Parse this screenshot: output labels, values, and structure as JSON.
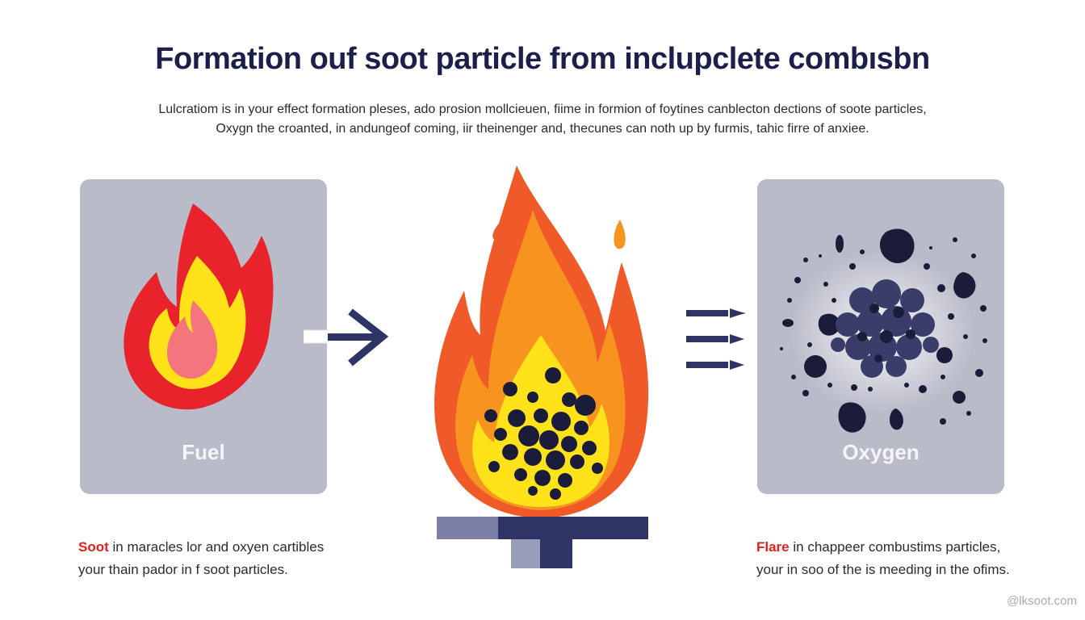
{
  "title": "Formation ouf soot particle from inclupclete combısbn",
  "subtitle": {
    "line1": "Lulcratiom is in your effect formation pleses, ado prosion mollcieuen, fiime in formion of foytines canblecton dections of soote particles,",
    "line2": "Oxygn the croanted, in andungeof coming, iir theinenger and, thecunes can noth up by furmis, tahic firre of anxiee."
  },
  "left_panel": {
    "label": "Fuel",
    "icon": "flame-icon"
  },
  "center": {
    "icon": "burner-flame-with-soot-icon"
  },
  "right_panel": {
    "label": "Oxygen",
    "icon": "soot-cluster-icon"
  },
  "captions": {
    "left": {
      "highlight": "Soot",
      "line1_rest": " in maracles lor and oxyen cartibles",
      "line2": "your thain pador in f soot particles."
    },
    "right": {
      "highlight": "Flare",
      "line1_rest": " in chappeer combustims particles,",
      "line2": "your in soo of the is meeding in the ofims."
    }
  },
  "watermark": "@lksoot.com",
  "colors": {
    "title": "#1b1f4a",
    "panel": "#b9bbc9",
    "arrow": "#2e3566",
    "soot": "#1a1c3a",
    "flame_red": "#e8232b",
    "flame_orange": "#f7931e",
    "flame_yellow": "#ffe21a",
    "highlight": "#e0201c"
  }
}
